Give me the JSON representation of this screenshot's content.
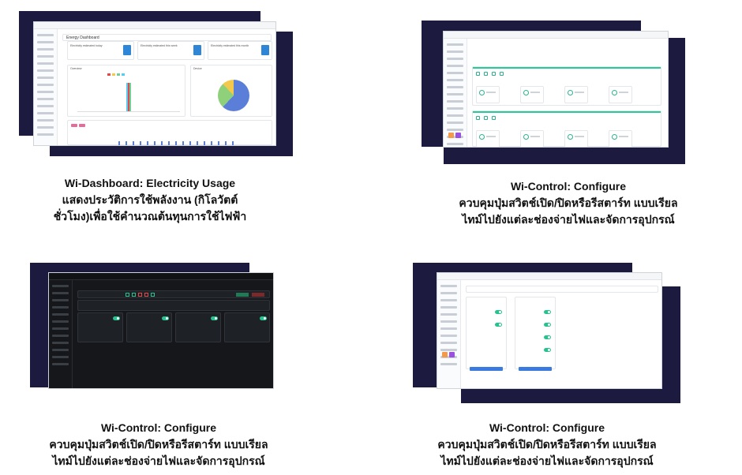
{
  "cards": [
    {
      "title": "Wi-Dashboard: Electricity Usage",
      "line2": "แสดงประวัติการใช้พลังงาน (กิโลวัตต์",
      "line3": "ชั่วโมง)เพื่อใช้คำนวณต้นทุนการใช้ไฟฟ้า",
      "screen": {
        "page_title": "Energy Dashboard",
        "stat1": "Electricity estimated today",
        "stat2": "Electricity estimated this week",
        "stat3": "Electricity estimated this month",
        "chart_label": "Overview",
        "pie_label": "Device"
      }
    },
    {
      "title": "Wi-Control: Configure",
      "line2": "ควบคุมปุ่มสวิตช์เปิด/ปิดหรือรีสตาร์ท แบบเรียล",
      "line3": "ไทม์ไปยังแต่ละช่องจ่ายไฟและจัดการอุปกรณ์"
    },
    {
      "title": "Wi-Control: Configure",
      "line2": "ควบคุมปุ่มสวิตช์เปิด/ปิดหรือรีสตาร์ท แบบเรียล",
      "line3": "ไทม์ไปยังแต่ละช่องจ่ายไฟและจัดการอุปกรณ์"
    },
    {
      "title": "Wi-Control: Configure",
      "line2": "ควบคุมปุ่มสวิตช์เปิด/ปิดหรือรีสตาร์ท แบบเรียล",
      "line3": "ไทม์ไปยังแต่ละช่องจ่ายไฟและจัดการอุปกรณ์"
    }
  ],
  "colors": {
    "navy": "#1c1a3f",
    "accent_green": "#2bc99a",
    "accent_blue": "#2f86d6",
    "dark_bg": "#15171a"
  }
}
